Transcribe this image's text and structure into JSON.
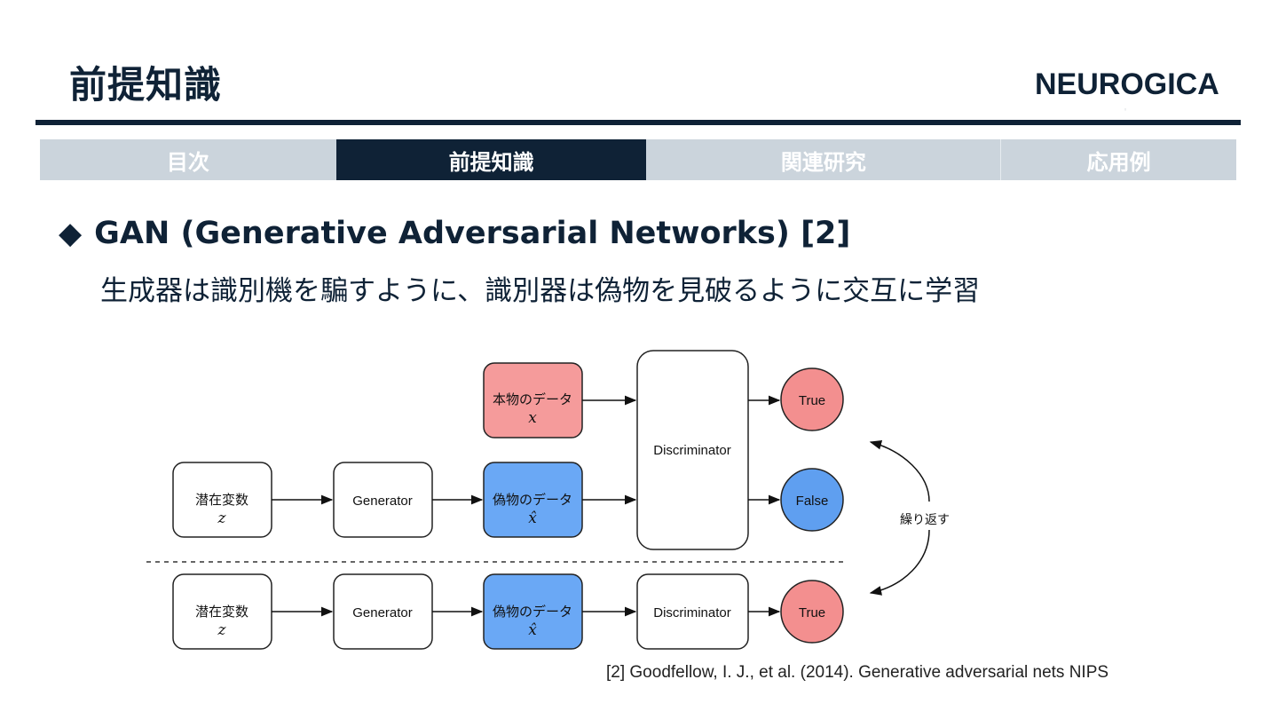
{
  "header": {
    "title": "前提知識",
    "logo": "NEUROGICA",
    "logo_mark": "◦"
  },
  "tabs": [
    {
      "label": "目次",
      "active": false
    },
    {
      "label": "前提知識",
      "active": true
    },
    {
      "label": "関連研究",
      "active": false
    },
    {
      "label": "応用例",
      "active": false
    }
  ],
  "section": {
    "bullet": "◆",
    "heading": "GAN (Generative Adversarial Networks) [2]",
    "subtitle": "生成器は識別機を騙すように、識別器は偽物を見破るように交互に学習"
  },
  "diagram": {
    "latent_label": "潜在変数",
    "latent_symbol": "z",
    "generator_label": "Generator",
    "real_data_label": "本物のデータ",
    "real_data_symbol": "x",
    "fake_data_label": "偽物のデータ",
    "fake_data_symbol": "x̂",
    "discriminator_label": "Discriminator",
    "output_true": "True",
    "output_false": "False",
    "repeat_label": "繰り返す",
    "colors": {
      "real": "#f59b9b",
      "fake": "#6aa8f5",
      "true_output": "#f38f8f",
      "false_output": "#5f9ff0"
    }
  },
  "citation": "[2] Goodfellow, I. J., et al. (2014). Generative adversarial nets NIPS"
}
